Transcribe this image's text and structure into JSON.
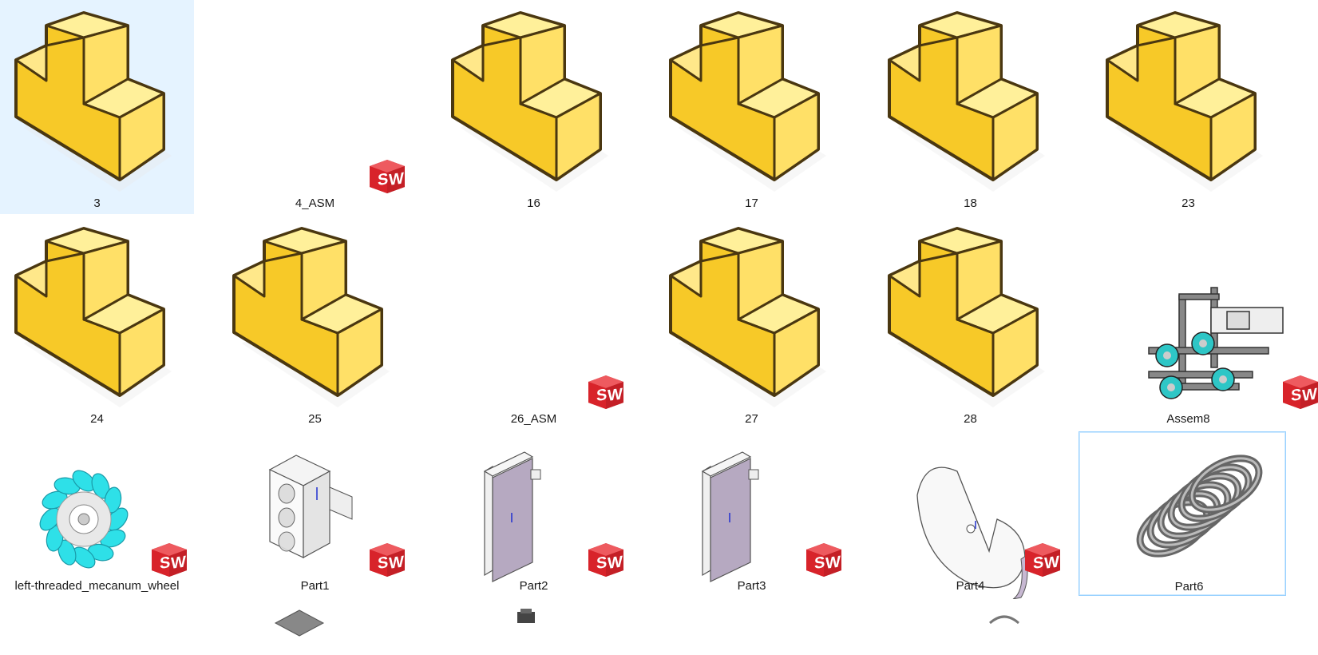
{
  "files": [
    {
      "name": "3",
      "kind": "folder"
    },
    {
      "name": "4_ASM",
      "kind": "sw-only"
    },
    {
      "name": "16",
      "kind": "folder"
    },
    {
      "name": "17",
      "kind": "folder"
    },
    {
      "name": "18",
      "kind": "folder"
    },
    {
      "name": "23",
      "kind": "folder"
    },
    {
      "name": "24",
      "kind": "folder"
    },
    {
      "name": "25",
      "kind": "folder"
    },
    {
      "name": "26_ASM",
      "kind": "sw-only"
    },
    {
      "name": "27",
      "kind": "folder"
    },
    {
      "name": "28",
      "kind": "folder"
    },
    {
      "name": "Assem8",
      "kind": "assembly-robot"
    },
    {
      "name": "left-threaded_mecanum_wheel",
      "kind": "part-wheel"
    },
    {
      "name": "Part1",
      "kind": "part-block"
    },
    {
      "name": "Part2",
      "kind": "part-plate"
    },
    {
      "name": "Part3",
      "kind": "part-plate"
    },
    {
      "name": "Part4",
      "kind": "part-cam"
    },
    {
      "name": "Part6",
      "kind": "part-spring"
    }
  ],
  "state": {
    "selected": "3",
    "focused": "Part6"
  },
  "colors": {
    "folder_front": "#f7c928",
    "folder_top": "#fff09a",
    "folder_side": "#ffe067",
    "outline": "#4a3710",
    "sw_red": "#d8232a",
    "select_bg": "#e5f3ff",
    "focus_border": "#99d1ff"
  },
  "icons": {
    "folder": "folder-icon",
    "solidworks": "solidworks-icon"
  }
}
